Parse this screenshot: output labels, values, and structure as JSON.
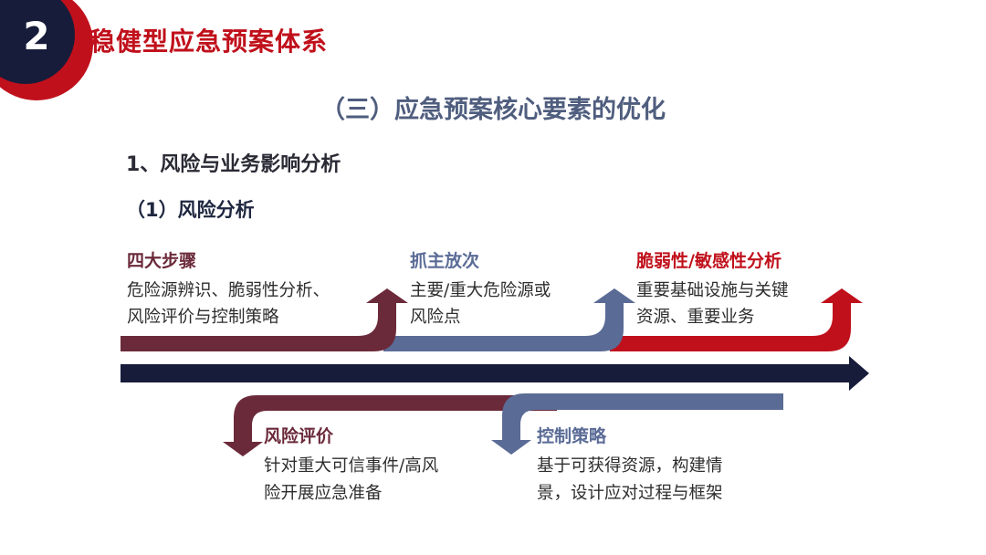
{
  "section": {
    "number": "2",
    "title": "稳健型应急预案体系"
  },
  "subtitle": "（三）应急预案核心要素的优化",
  "heading1": "1、风险与业务影响分析",
  "heading2": "（1）风险分析",
  "steps": [
    {
      "title": "四大步骤",
      "body_lines": [
        "危险源辨识、脆弱性分析、",
        "风险评价与控制策略"
      ],
      "color": "#6b2a3a"
    },
    {
      "title": "抓主放次",
      "body_lines": [
        "主要/重大危险源或",
        "风险点"
      ],
      "color": "#5a6b96"
    },
    {
      "title": "脆弱性/敏感性分析",
      "body_lines": [
        "重要基础设施与关键",
        "资源、重要业务"
      ],
      "color": "#c0101b"
    },
    {
      "title": "风险评价",
      "body_lines": [
        "针对重大可信事件/高风",
        "险开展应急准备"
      ],
      "color": "#6b2a3a"
    },
    {
      "title": "控制策略",
      "body_lines": [
        "基于可获得资源，构建情",
        "景，设计应对过程与框架"
      ],
      "color": "#5a6b96"
    }
  ],
  "colors": {
    "accent_red": "#c0101b",
    "navy": "#171c3a",
    "maroon": "#6b2a3a",
    "slate": "#5a6b96"
  }
}
